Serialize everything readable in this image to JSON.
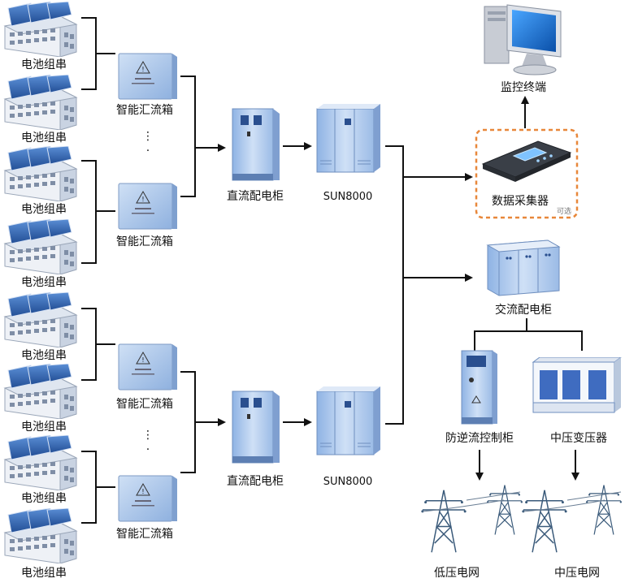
{
  "battery_string_label": "电池组串",
  "combiner_box_label": "智能汇流箱",
  "dc_cabinet_label": "直流配电柜",
  "inverter_label": "SUN8000",
  "monitor_label": "监控终端",
  "data_collector_label": "数据采集器",
  "optional_label": "可选",
  "ac_cabinet_label": "交流配电柜",
  "anti_reverse_label": "防逆流控制柜",
  "mv_transformer_label": "中压变压器",
  "lv_grid_label": "低压电网",
  "mv_grid_label": "中压电网",
  "colors": {
    "accent_orange": "#e8873a",
    "panel_blue": "#3a6fb8",
    "cabinet_blue": "#a9c6ea",
    "line": "#111111"
  }
}
